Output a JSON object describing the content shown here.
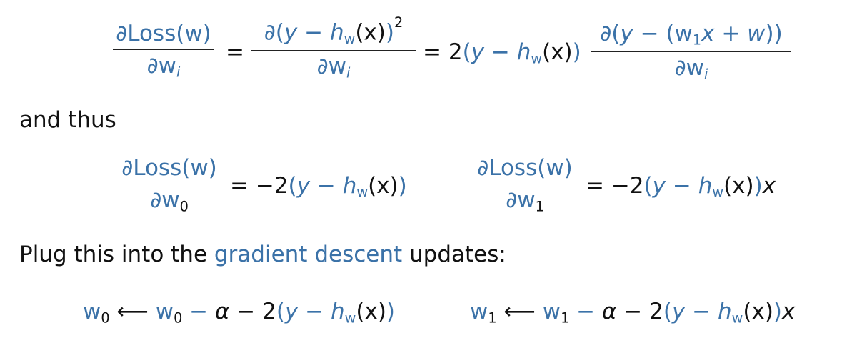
{
  "slide": {
    "equation_1": {
      "lhs_num": "∂Loss(w)",
      "lhs_den_base": "∂w",
      "lhs_den_sub": "i",
      "eq1": "=",
      "mid_num_a": "∂(",
      "mid_num_y": "y",
      "mid_num_minus": " − ",
      "mid_num_h": "h",
      "mid_num_hsub": "w",
      "mid_num_x": "(x)",
      "mid_num_close": ")",
      "mid_num_sup": "2",
      "mid_den_base": "∂w",
      "mid_den_sub": "i",
      "eq2": "= 2",
      "rhs_open": "(",
      "rhs_y": "y",
      "rhs_minus": " − ",
      "rhs_h": "h",
      "rhs_hsub": "w",
      "rhs_x": "(x)",
      "rhs_close": ")",
      "last_num_a": "∂(",
      "last_num_y": "y",
      "last_num_b": " − (w",
      "last_num_sub": "1",
      "last_num_x": "x",
      "last_num_c": " + ",
      "last_num_w": "w",
      "last_num_d": "))",
      "last_den_base": "∂w",
      "last_den_sub": "i"
    },
    "and_thus": "and thus",
    "equation_2": {
      "left": {
        "num": "∂Loss(w)",
        "den_base": "∂w",
        "den_sub": "0",
        "eq": "= −2",
        "open": "(",
        "y": "y",
        "minus": " − ",
        "h": "h",
        "hsub": "w",
        "x": "(x)",
        "close": ")"
      },
      "right": {
        "num": "∂Loss(w)",
        "den_base": "∂w",
        "den_sub": "1",
        "eq": "= −2",
        "open": "(",
        "y": "y",
        "minus": " − ",
        "h": "h",
        "hsub": "w",
        "x": "(x)",
        "close": ")",
        "trail": "x"
      }
    },
    "plug_text": {
      "before": "Plug this into the ",
      "link": "gradient descent",
      "after": " updates:"
    },
    "updates": {
      "left": {
        "w": "w",
        "wsub": "0",
        "arrow": " ⟵ ",
        "w2": "w",
        "w2sub": "0",
        "minus1": " − ",
        "alpha": "α",
        "minus2": " − 2",
        "open": "(",
        "y": "y",
        "minus3": " − ",
        "h": "h",
        "hsub": "w",
        "x": "(x)",
        "close": ")"
      },
      "right": {
        "w": "w",
        "wsub": "1",
        "arrow": " ⟵ ",
        "w2": "w",
        "w2sub": "1",
        "minus1": " − ",
        "alpha": "α",
        "minus2": " − 2",
        "open": "(",
        "y": "y",
        "minus3": " − ",
        "h": "h",
        "hsub": "w",
        "x": "(x)",
        "close": ")",
        "trail": "x"
      }
    }
  }
}
